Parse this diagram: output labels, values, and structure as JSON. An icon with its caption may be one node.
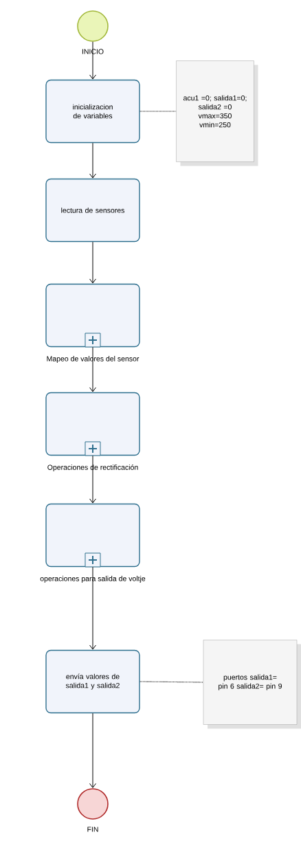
{
  "diagram": {
    "nodes": [
      {
        "text": [
          "INICIO"
        ]
      },
      {
        "text": [
          "inicializacion de variables"
        ]
      },
      {
        "text": [
          "acu1 =0; salida1=0; salida2 =0 vmax=350 vmin=250"
        ]
      },
      {
        "text": [
          "lectura de sensores"
        ]
      },
      {
        "text": [
          "Mapeo de valores del sensor"
        ]
      },
      {
        "text": [
          "Operaciones de rectificación"
        ]
      },
      {
        "text": [
          "operaciones para salida de voltje"
        ]
      },
      {
        "text": [
          "envía valores de salida1 y salida2"
        ]
      },
      {
        "text": [
          "puertos salida1= pin 6 salida2= pin 9"
        ]
      },
      {
        "text": [
          "FIN"
        ]
      }
    ],
    "edges": [
      {
        "from": 0,
        "to": 1,
        "arrow": "to"
      },
      {
        "from": 1,
        "to": 2,
        "arrow": "none",
        "style": "dashed"
      },
      {
        "from": 1,
        "to": 3,
        "arrow": "to"
      },
      {
        "from": 3,
        "to": 4,
        "arrow": "to"
      },
      {
        "from": 4,
        "to": 5,
        "arrow": "to"
      },
      {
        "from": 5,
        "to": 6,
        "arrow": "to"
      },
      {
        "from": 6,
        "to": 7,
        "arrow": "to"
      },
      {
        "from": 7,
        "to": 8,
        "arrow": "none",
        "style": "dashed"
      },
      {
        "from": 7,
        "to": 9,
        "arrow": "to"
      }
    ]
  }
}
